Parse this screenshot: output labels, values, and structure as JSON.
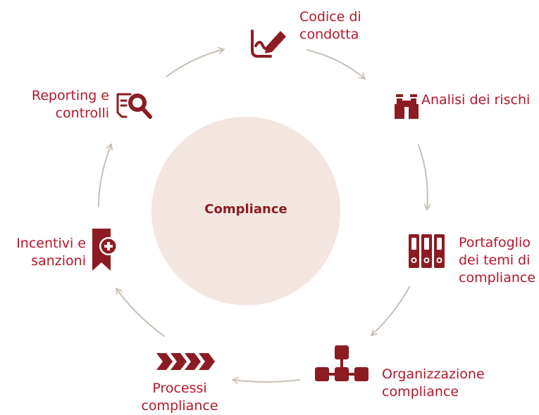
{
  "center": {
    "label": "Compliance"
  },
  "steps": [
    {
      "label": "Codice di\ncondotta",
      "icon": "signature-pen-icon"
    },
    {
      "label": "Analisi dei rischi",
      "icon": "binoculars-icon"
    },
    {
      "label": "Portafoglio\ndei temi di\ncompliance",
      "icon": "binders-icon"
    },
    {
      "label": "Organizzazione\ncompliance",
      "icon": "org-chart-icon"
    },
    {
      "label": "Processi\ncompliance",
      "icon": "process-arrows-icon"
    },
    {
      "label": "Incentivi e\nsanzioni",
      "icon": "bookmark-plus-icon"
    },
    {
      "label": "Reporting e\ncontrolli",
      "icon": "document-search-icon"
    }
  ],
  "colors": {
    "accent": "#8c1c22",
    "label": "#b5172a",
    "circle": "#f3e6e0",
    "arrow": "#c9bfb5"
  }
}
